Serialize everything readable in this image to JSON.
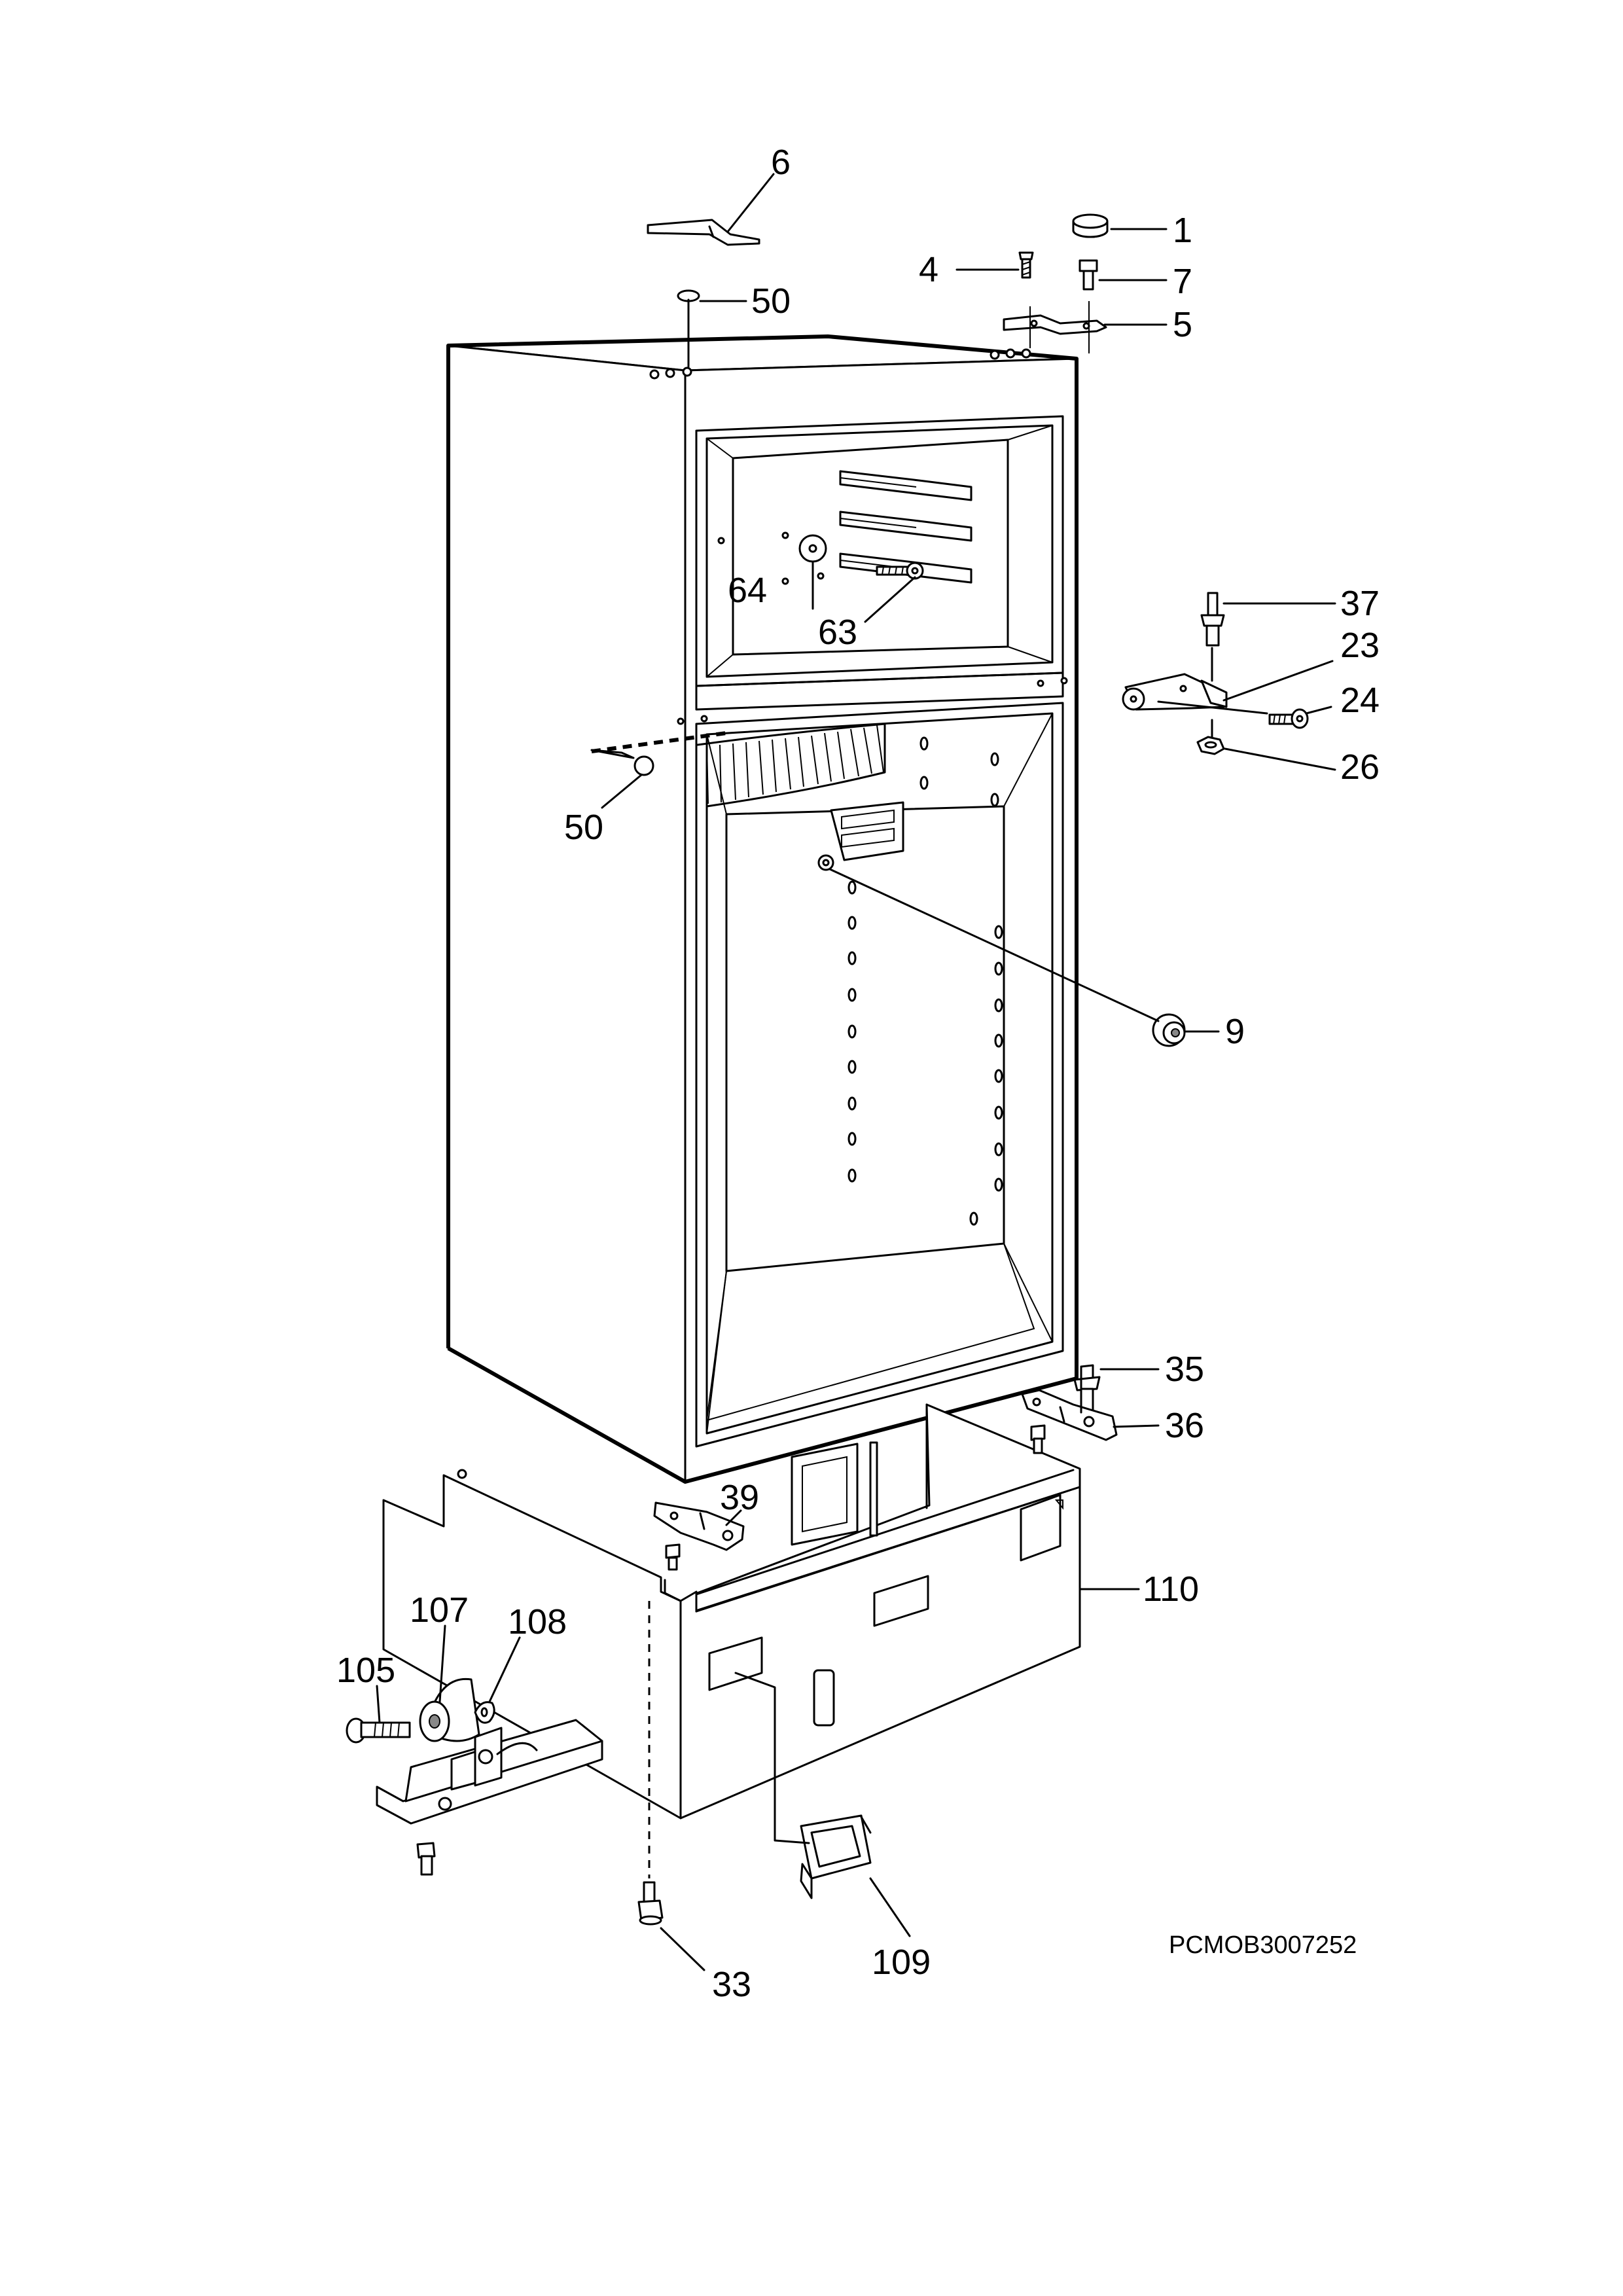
{
  "diagram": {
    "reference_code": "PCMOB3007252",
    "callouts": [
      {
        "id": "c1",
        "text": "1"
      },
      {
        "id": "c4",
        "text": "4"
      },
      {
        "id": "c5",
        "text": "5"
      },
      {
        "id": "c6",
        "text": "6"
      },
      {
        "id": "c7",
        "text": "7"
      },
      {
        "id": "c9",
        "text": "9"
      },
      {
        "id": "c23",
        "text": "23"
      },
      {
        "id": "c24",
        "text": "24"
      },
      {
        "id": "c26",
        "text": "26"
      },
      {
        "id": "c33",
        "text": "33"
      },
      {
        "id": "c35",
        "text": "35"
      },
      {
        "id": "c36",
        "text": "36"
      },
      {
        "id": "c37",
        "text": "37"
      },
      {
        "id": "c39",
        "text": "39"
      },
      {
        "id": "c50a",
        "text": "50"
      },
      {
        "id": "c50b",
        "text": "50"
      },
      {
        "id": "c63",
        "text": "63"
      },
      {
        "id": "c64",
        "text": "64"
      },
      {
        "id": "c105",
        "text": "105"
      },
      {
        "id": "c107",
        "text": "107"
      },
      {
        "id": "c108",
        "text": "108"
      },
      {
        "id": "c109",
        "text": "109"
      },
      {
        "id": "c110",
        "text": "110"
      }
    ]
  }
}
